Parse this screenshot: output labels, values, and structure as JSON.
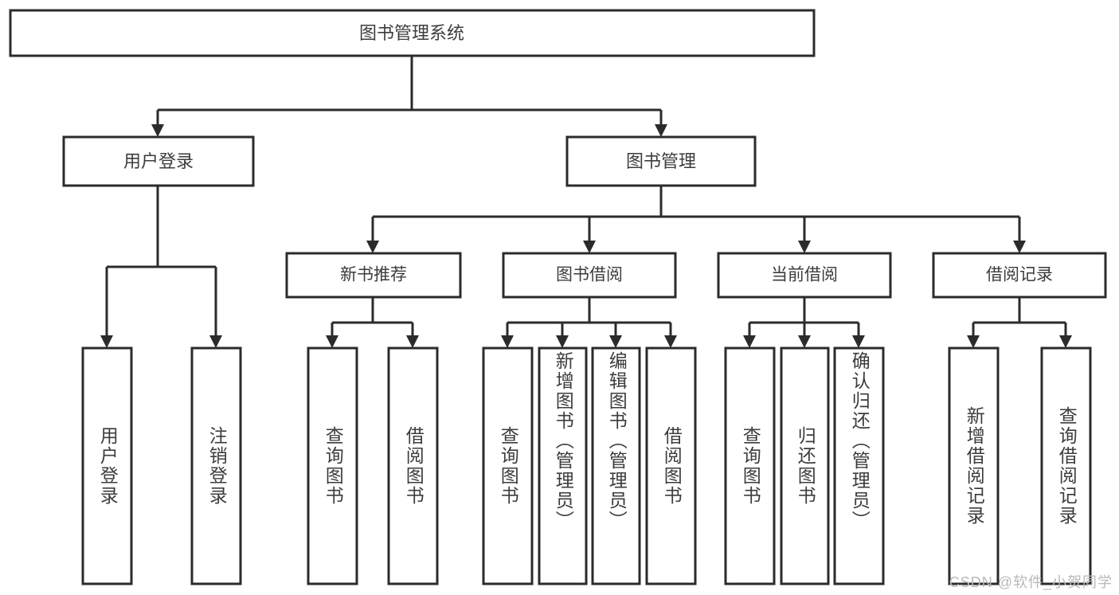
{
  "diagram": {
    "type": "tree",
    "title": "图书管理系统",
    "root": {
      "id": "root",
      "label": "图书管理系统"
    },
    "level2": [
      {
        "id": "user-login",
        "label": "用户登录"
      },
      {
        "id": "book-manage",
        "label": "图书管理"
      }
    ],
    "level3": [
      {
        "id": "new-book-rec",
        "label": "新书推荐",
        "parent": "book-manage"
      },
      {
        "id": "book-borrow",
        "label": "图书借阅",
        "parent": "book-manage"
      },
      {
        "id": "current-borrow",
        "label": "当前借阅",
        "parent": "book-manage"
      },
      {
        "id": "borrow-record",
        "label": "借阅记录",
        "parent": "book-manage"
      }
    ],
    "leaves": [
      {
        "id": "leaf-user-login",
        "label": "用户登录",
        "parent": "user-login"
      },
      {
        "id": "leaf-logout",
        "label": "注销登录",
        "parent": "user-login"
      },
      {
        "id": "leaf-query-book-1",
        "label": "查询图书",
        "parent": "new-book-rec"
      },
      {
        "id": "leaf-borrow-book-1",
        "label": "借阅图书",
        "parent": "new-book-rec"
      },
      {
        "id": "leaf-query-book-2",
        "label": "查询图书",
        "parent": "book-borrow"
      },
      {
        "id": "leaf-add-book",
        "label": "新增图书（管理员）",
        "parent": "book-borrow"
      },
      {
        "id": "leaf-edit-book",
        "label": "编辑图书（管理员）",
        "parent": "book-borrow"
      },
      {
        "id": "leaf-borrow-book-2",
        "label": "借阅图书",
        "parent": "book-borrow"
      },
      {
        "id": "leaf-query-book-3",
        "label": "查询图书",
        "parent": "current-borrow"
      },
      {
        "id": "leaf-return-book",
        "label": "归还图书",
        "parent": "current-borrow"
      },
      {
        "id": "leaf-confirm-return",
        "label": "确认归还（管理员）",
        "parent": "current-borrow"
      },
      {
        "id": "leaf-add-record",
        "label": "新增借阅记录",
        "parent": "borrow-record"
      },
      {
        "id": "leaf-query-record",
        "label": "查询借阅记录",
        "parent": "borrow-record"
      }
    ],
    "colors": {
      "box_stroke": "#2b2b2b",
      "box_fill": "#ffffff",
      "text": "#3c3c3c",
      "edge": "#2b2b2b",
      "watermark": "#b9b9b9",
      "background": "#ffffff"
    }
  },
  "watermark": {
    "text": "CSDN @软件_小贺同学"
  }
}
